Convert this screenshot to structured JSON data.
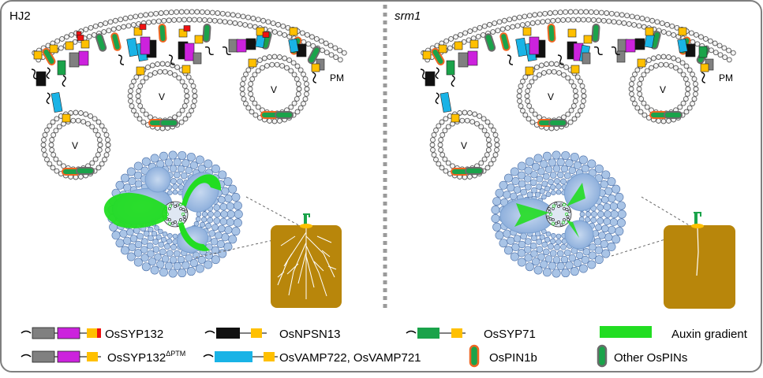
{
  "panels": {
    "left_title": "HJ2",
    "right_title": "srm1"
  },
  "labels": {
    "vesicle": "V",
    "pm": "PM"
  },
  "legend": {
    "syp132": "OsSYP132",
    "syp132_ptm_base": "OsSYP132",
    "syp132_ptm_sup": "ΔPTM",
    "npsn13": "OsNPSN13",
    "vamp": "OsVAMP722,  OsVAMP721",
    "syp71": "OsSYP71",
    "pin1b": "OsPIN1b",
    "auxin": "Auxin gradient",
    "other_pins": "Other OsPINs"
  },
  "colors": {
    "gray": "#808080",
    "magenta": "#cc22dd",
    "orange": "#ffc000",
    "red": "#ee1111",
    "black": "#111111",
    "cyan": "#19b3e6",
    "green": "#1aa34a",
    "auxin": "#22dd22",
    "soil": "#b8860b",
    "root_blue": "#a9c4e6"
  }
}
